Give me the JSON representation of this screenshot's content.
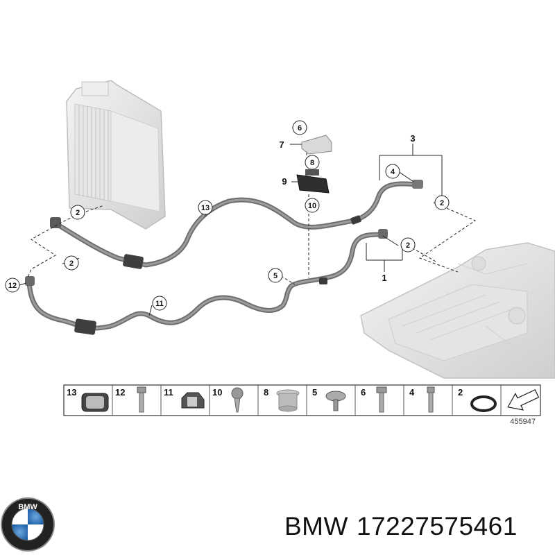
{
  "diagram": {
    "callouts": [
      "1",
      "2",
      "3",
      "4",
      "5",
      "6",
      "7",
      "8",
      "9",
      "10",
      "11",
      "12",
      "13"
    ],
    "reference_number": "455947"
  },
  "parts_strip": {
    "items": [
      {
        "number": "13",
        "part": "bracket"
      },
      {
        "number": "12",
        "part": "bolt"
      },
      {
        "number": "11",
        "part": "clip"
      },
      {
        "number": "10",
        "part": "screw"
      },
      {
        "number": "8",
        "part": "bushing"
      },
      {
        "number": "5",
        "part": "screw"
      },
      {
        "number": "6",
        "part": "bolt"
      },
      {
        "number": "4",
        "part": "bolt"
      },
      {
        "number": "2",
        "part": "o-ring"
      }
    ]
  },
  "logo": {
    "brand": "BMW"
  },
  "caption": {
    "brand": "BMW",
    "part_number": "17227575461"
  }
}
